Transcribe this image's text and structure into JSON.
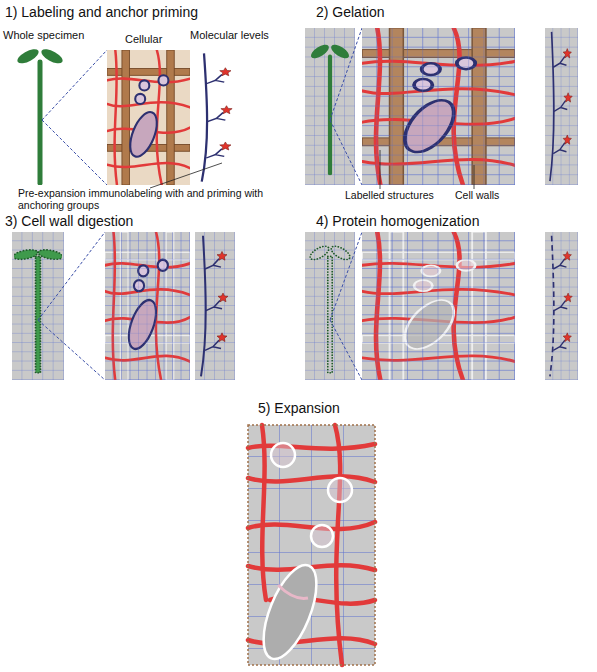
{
  "diagram": {
    "labels": [
      "1) Labeling and anchor priming",
      "Whole specimen",
      "Cellular",
      "Molecular levels",
      "Pre-expansion immunolabeling with and priming with anchoring groups",
      "2) Gelation",
      "Labelled structures",
      "Cell walls",
      "3) Cell wall digestion",
      "4) Protein homogenization",
      "5) Expansion"
    ]
  }
}
